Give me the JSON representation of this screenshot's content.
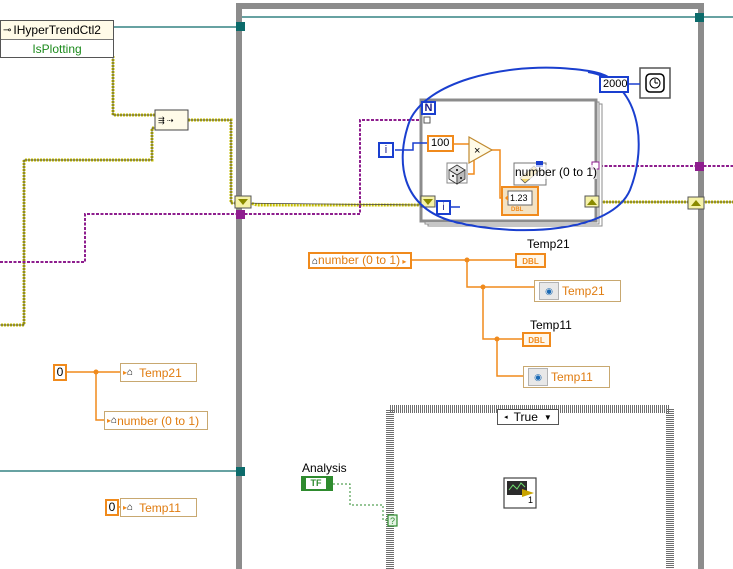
{
  "property_node": {
    "class_name": "IHyperTrendCtl2",
    "property": "IsPlotting"
  },
  "for_loop": {
    "count_terminal": "N",
    "index_terminal": "i",
    "constant_100": "100",
    "wait_ms": "2000"
  },
  "loop_labels": {
    "random_number_label": "number (0 to 1)",
    "numeric_indicator": "1.23",
    "dbl_tag": "DBL"
  },
  "local_variables": {
    "number_local": "number (0 to 1)",
    "temp21_local": "Temp21",
    "temp11_local": "Temp11",
    "zero_constant_1": "0",
    "zero_constant_2": "0"
  },
  "indicators": {
    "temp21_label": "Temp21",
    "temp11_label": "Temp11",
    "dbl_tag": "DBL"
  },
  "shared_variables": {
    "temp21": "Temp21",
    "temp11": "Temp11"
  },
  "analysis": {
    "label": "Analysis",
    "value": "TF"
  },
  "case_structure": {
    "selector": "True"
  },
  "subvi": {
    "badge": "1"
  },
  "colors": {
    "orange_wire": "#f08a1c",
    "purple_wire": "#8e1e8e",
    "yellow_wire": "#c9c200",
    "blue_annotation": "#1a3fcf",
    "teal_wire": "#0c6b6b",
    "green_bool": "#2e8b2e"
  }
}
